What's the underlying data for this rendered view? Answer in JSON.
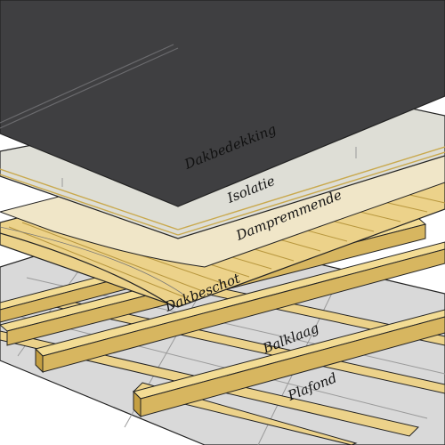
{
  "labels": {
    "roofing": "Dakbedekking",
    "insulation": "Isolatie",
    "vapor_barrier": "Dampremmende",
    "roof_deck": "Dakbeschot",
    "joists": "Balklaag",
    "ceiling": "Plafond"
  },
  "colors": {
    "roofing": "#3f3f41",
    "insulation": "#deded6",
    "wood": "#ecd28a",
    "wood_dark": "#c9a94e",
    "ceiling": "#d9d9d9",
    "outline": "#222222"
  }
}
